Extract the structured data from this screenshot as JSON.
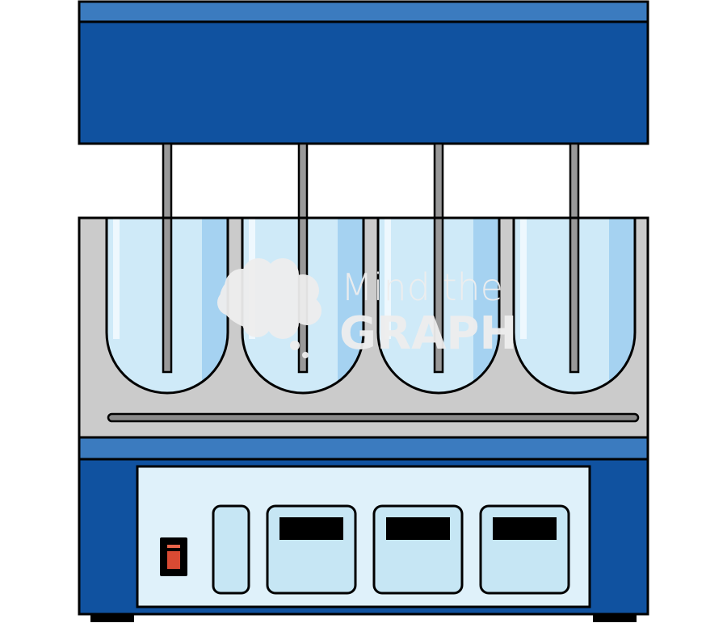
{
  "illustration": {
    "subject": "dissolution tester apparatus",
    "vessel_count": 4,
    "display_count": 3,
    "colors": {
      "top_stripe": "#3b7bbf",
      "head_body": "#1052a0",
      "base_body": "#1052a0",
      "base_stripe": "#3b7bbf",
      "bath": "#cbcbcb",
      "vessel_light": "#cfeaf8",
      "vessel_shade": "#a5d2f1",
      "vessel_highlight": "#eef8fe",
      "shaft": "#999999",
      "panel": "#dff1fa",
      "control_box": "#c6e6f4",
      "display_screen": "#000000",
      "switch_red": "#d94a33",
      "outline": "#000000"
    }
  },
  "watermark": {
    "line1": "Mind the",
    "line2": "GRAPH",
    "color": "#eeeeee"
  }
}
